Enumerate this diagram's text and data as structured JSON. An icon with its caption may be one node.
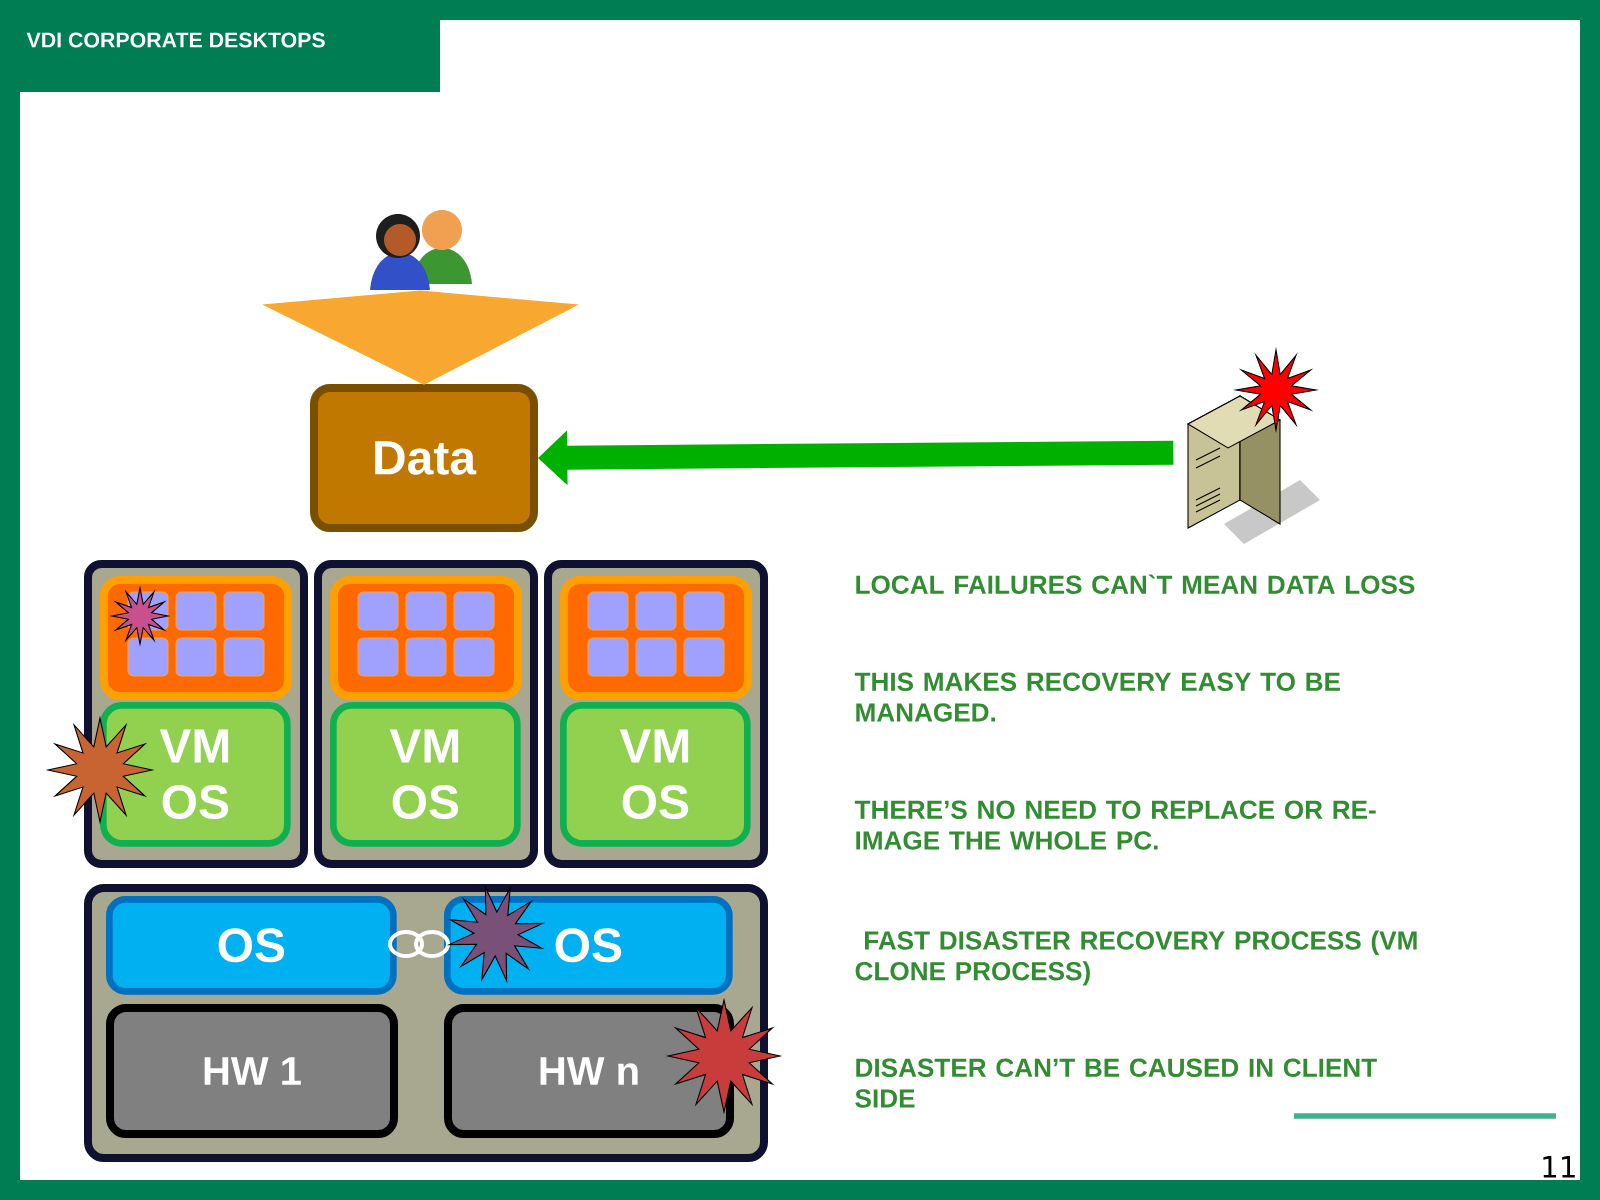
{
  "diagram": {
    "title": "VDI CORPORATE DESKTOPS",
    "nodes": [
      {
        "text": [],
        "shape": "picture"
      },
      {
        "text": [
          "Data"
        ]
      },
      {
        "text": [],
        "shape": "picture"
      },
      {
        "text": [],
        "shape": "box"
      },
      {
        "text": [],
        "shape": "box"
      },
      {
        "text": [],
        "shape": "box"
      },
      {
        "text": [],
        "shape": "box",
        "in": 3
      },
      {
        "text": [],
        "shape": "box",
        "in": 4
      },
      {
        "text": [],
        "shape": "box",
        "in": 5
      },
      {
        "text": [
          "VM OS"
        ],
        "in": 3
      },
      {
        "text": [
          "VM OS"
        ],
        "in": 4
      },
      {
        "text": [
          "VM OS"
        ],
        "in": 5
      },
      {
        "text": [],
        "shape": "box"
      },
      {
        "text": [
          "OS"
        ],
        "in": 12
      },
      {
        "text": [
          "OS"
        ],
        "in": 12
      },
      {
        "text": [
          "HW 1"
        ],
        "in": 12
      },
      {
        "text": [
          "HW n"
        ],
        "in": 12
      }
    ],
    "edges": [
      {
        "from": 0,
        "to": 1,
        "arrow": "to",
        "color": "#f8a830"
      },
      {
        "from": 2,
        "to": 1,
        "arrow": "to",
        "color": "#00b000"
      }
    ],
    "labels": [
      "LOCAL FAILURES CAN`T MEAN DATA LOSS",
      "THIS MAKES RECOVERY EASY TO BE MANAGED.",
      "THERE’S NO NEED TO REPLACE OR RE-IMAGE THE WHOLE PC.",
      " FAST DISASTER RECOVERY PROCESS (VM CLONE PROCESS)",
      "DISASTER CAN’T  BE CAUSED IN CLIENT SIDE",
      "11"
    ]
  }
}
